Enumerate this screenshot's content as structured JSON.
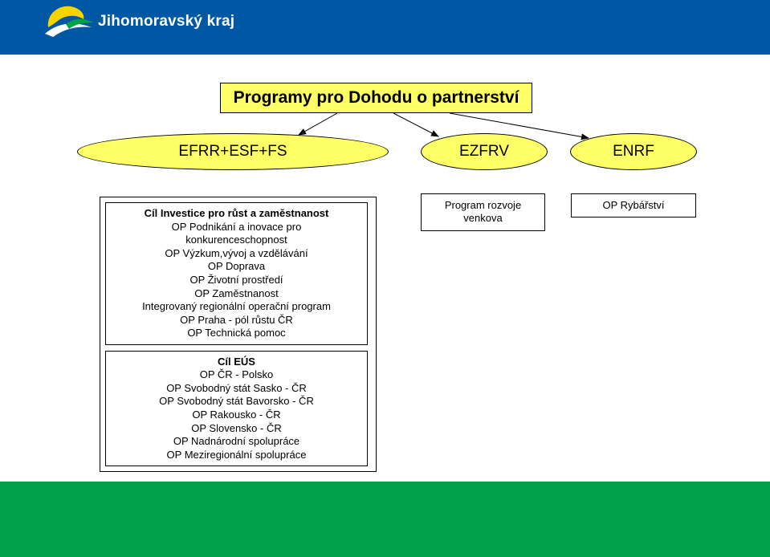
{
  "header": {
    "brand": "Jihomoravský kraj",
    "colors": {
      "background": "#0057a3",
      "logo_yellow": "#f5d400",
      "logo_green": "#00a04a"
    }
  },
  "footer": {
    "color": "#00a04a"
  },
  "diagram": {
    "title": "Programy pro Dohodu o partnerství",
    "funds": [
      "EFRR+ESF+FS",
      "EZFRV",
      "ENRF"
    ],
    "group1": {
      "heading": "Cíl Investice pro růst a zaměstnanost",
      "items": [
        "OP Podnikání a inovace pro konkurenceschopnost",
        "OP Výzkum,vývoj a vzdělávání",
        "OP Doprava",
        "OP Životní prostředí",
        "OP Zaměstnanost",
        "Integrovaný regionální operační program",
        "OP Praha - pól růstu ČR",
        "OP Technická pomoc"
      ]
    },
    "group2": {
      "heading": "Cíl EÚS",
      "items": [
        "OP ČR - Polsko",
        "OP Svobodný stát Sasko - ČR",
        "OP Svobodný stát Bavorsko - ČR",
        "OP Rakousko - ČR",
        "OP Slovensko - ČR",
        "OP Nadnárodní spolupráce",
        "OP Meziregionální spolupráce"
      ]
    },
    "ezfrv_program": "Program rozvoje venkova",
    "enrf_program": "OP Rybářství"
  }
}
